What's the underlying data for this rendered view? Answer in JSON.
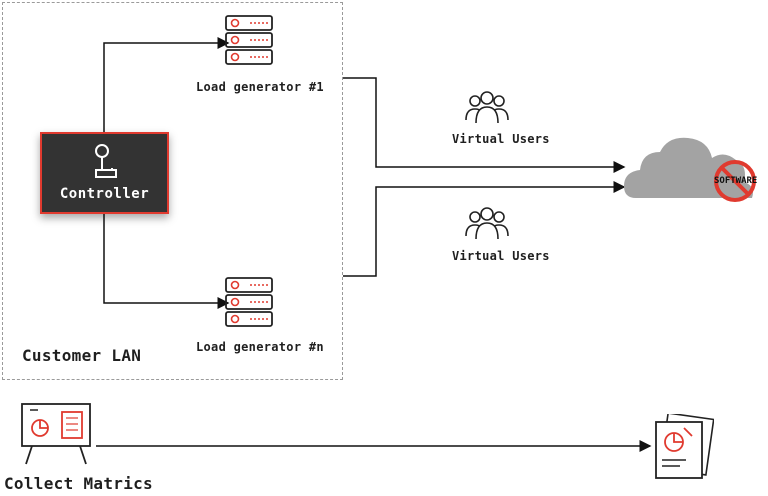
{
  "diagram": {
    "lan_label": "Customer LAN",
    "controller_label": "Controller",
    "load_generator_1": "Load generator #1",
    "load_generator_n": "Load generator #n",
    "virtual_users_top": "Virtual Users",
    "virtual_users_bottom": "Virtual Users",
    "cloud_badge": "SOFTWARE",
    "collect_label": "Collect Matrics"
  },
  "icons": {
    "controller": "joystick-icon",
    "load_generator": "server-stack-icon",
    "virtual_users": "user-group-icon",
    "cloud": "cloud-icon",
    "no_software": "prohibited-sign-icon",
    "dashboard": "presentation-board-icon",
    "report": "report-document-icon"
  },
  "colors": {
    "accent": "#e03a2f",
    "controller_bg": "#333333",
    "cloud": "#a3a3a3",
    "line": "#111111"
  }
}
